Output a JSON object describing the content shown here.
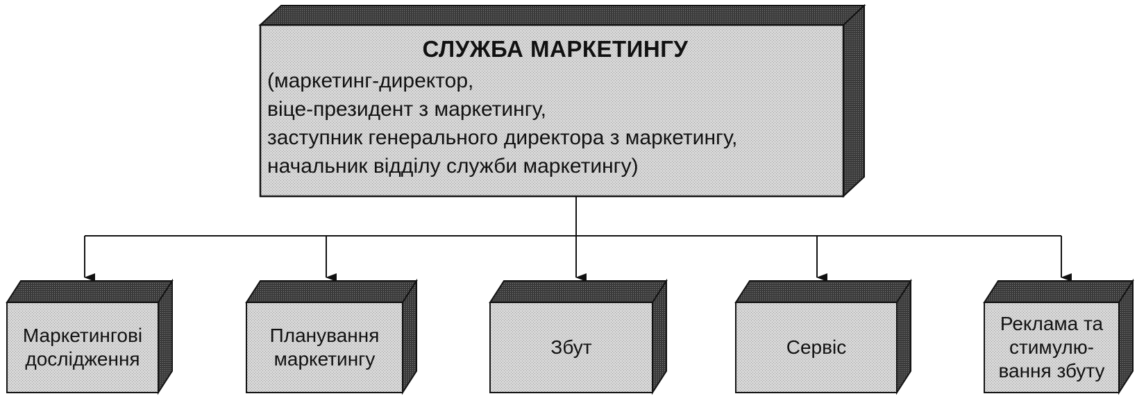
{
  "main_box": {
    "title": "СЛУЖБА МАРКЕТИНГУ",
    "lines": [
      "(маркетинг-директор,",
      "віце-президент з маркетингу,",
      "заступник генерального директора з маркетингу,",
      "начальник відділу служби маркетингу)"
    ]
  },
  "children": [
    {
      "lines": [
        "Маркетингові",
        "дослідження"
      ]
    },
    {
      "lines": [
        "Планування",
        "маркетингу"
      ]
    },
    {
      "lines": [
        "Збут"
      ]
    },
    {
      "lines": [
        "Сервіс"
      ]
    },
    {
      "lines": [
        "Реклама та",
        "стимулю-",
        "вання збуту"
      ]
    }
  ]
}
